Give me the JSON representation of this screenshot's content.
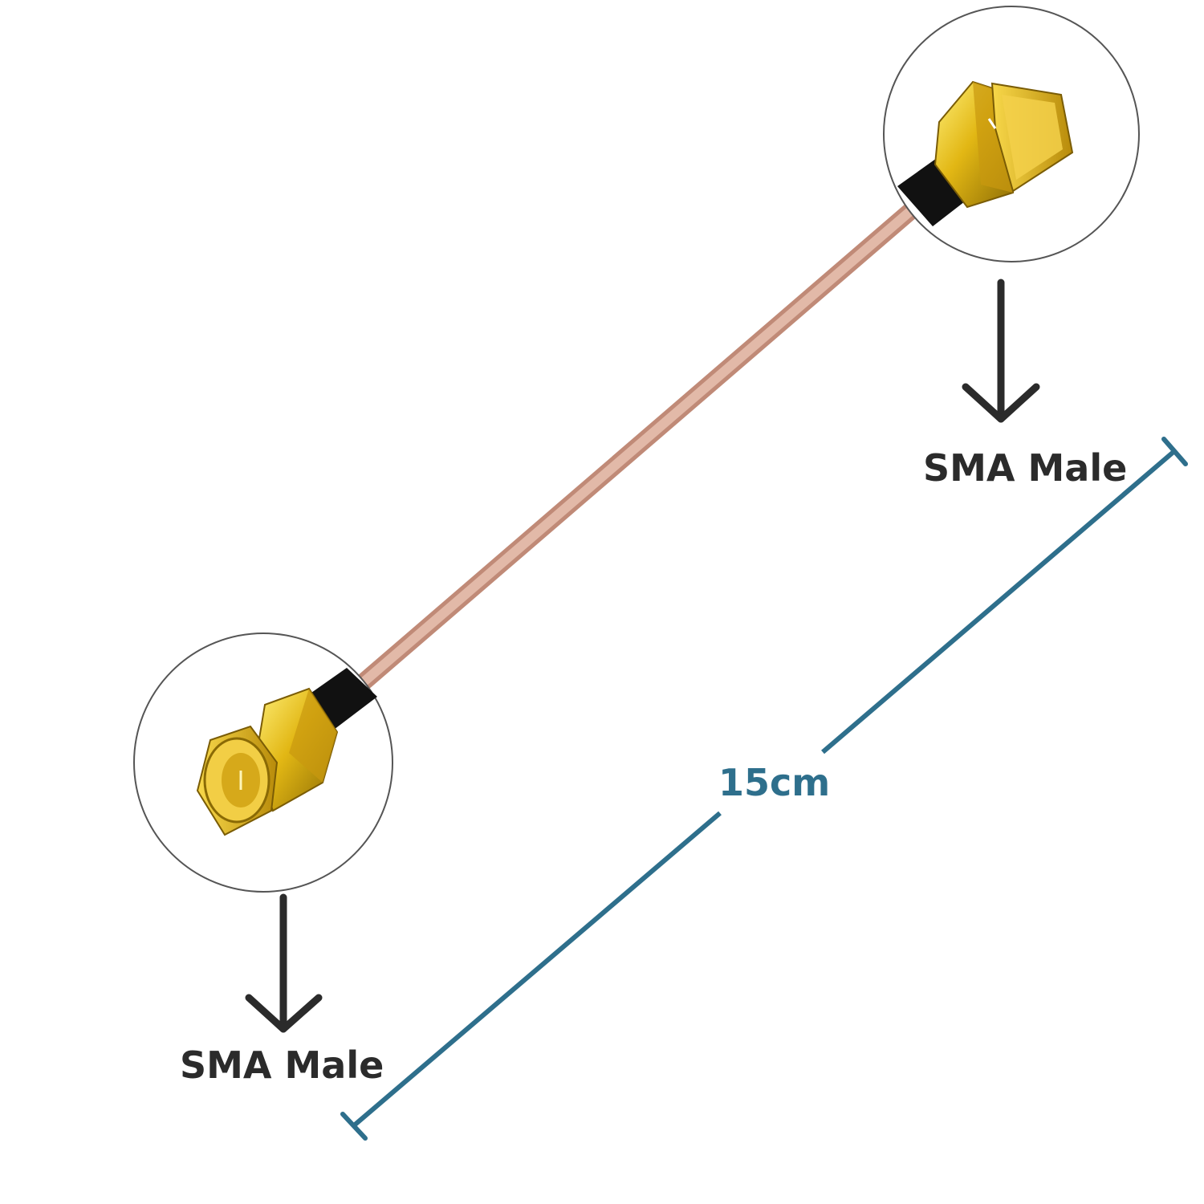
{
  "labels": {
    "top_connector": "SMA Male",
    "bottom_connector": "SMA Male",
    "length": "15cm"
  },
  "icons": {
    "arrow": "arrow-down-icon",
    "connector": "sma-male-connector-icon"
  },
  "colors": {
    "background": "#ffffff",
    "cable": "#d9aa98",
    "cable_jacket": "#111111",
    "connector_gold": "#e2b714",
    "dimension_line": "#2e6f8c",
    "label_text": "#2b2b2b",
    "circle_outline": "#555555"
  }
}
